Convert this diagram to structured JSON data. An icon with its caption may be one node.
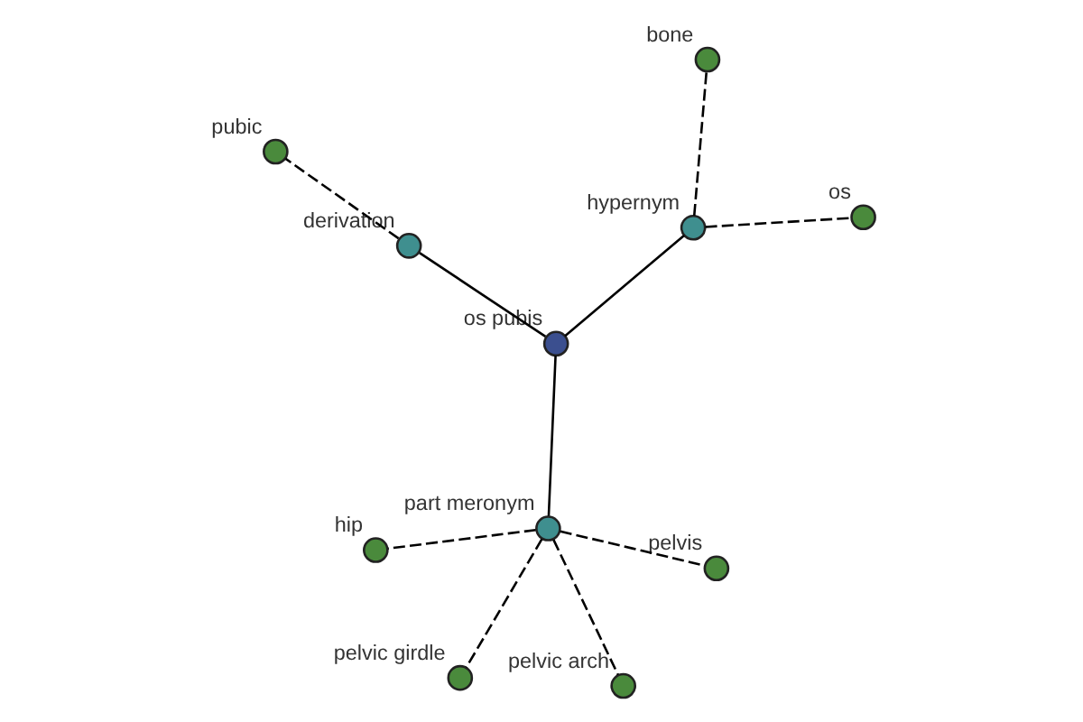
{
  "diagram": {
    "nodes": [
      {
        "text": [
          "os pubis"
        ]
      },
      {
        "text": [
          "hypernym"
        ]
      },
      {
        "text": [
          "os"
        ]
      },
      {
        "text": [
          "bone"
        ]
      },
      {
        "text": [
          "derivation"
        ]
      },
      {
        "text": [
          "pubic"
        ]
      },
      {
        "text": [
          "part meronym"
        ]
      },
      {
        "text": [
          "pelvis"
        ]
      },
      {
        "text": [
          "hip"
        ]
      },
      {
        "text": [
          "pelvic girdle"
        ]
      },
      {
        "text": [
          "pelvic arch"
        ]
      }
    ],
    "edges": [
      {
        "from": 0,
        "to": 1,
        "arrow": "none"
      },
      {
        "from": 1,
        "to": 2,
        "arrow": "none",
        "style": "dashed"
      },
      {
        "from": 1,
        "to": 3,
        "arrow": "none",
        "style": "dashed"
      },
      {
        "from": 0,
        "to": 4,
        "arrow": "none"
      },
      {
        "from": 4,
        "to": 5,
        "arrow": "none",
        "style": "dashed"
      },
      {
        "from": 0,
        "to": 6,
        "arrow": "none"
      },
      {
        "from": 6,
        "to": 7,
        "arrow": "none",
        "style": "dashed"
      },
      {
        "from": 6,
        "to": 8,
        "arrow": "none",
        "style": "dashed"
      },
      {
        "from": 6,
        "to": 9,
        "arrow": "none",
        "style": "dashed"
      },
      {
        "from": 6,
        "to": 10,
        "arrow": "none",
        "style": "dashed"
      }
    ]
  }
}
